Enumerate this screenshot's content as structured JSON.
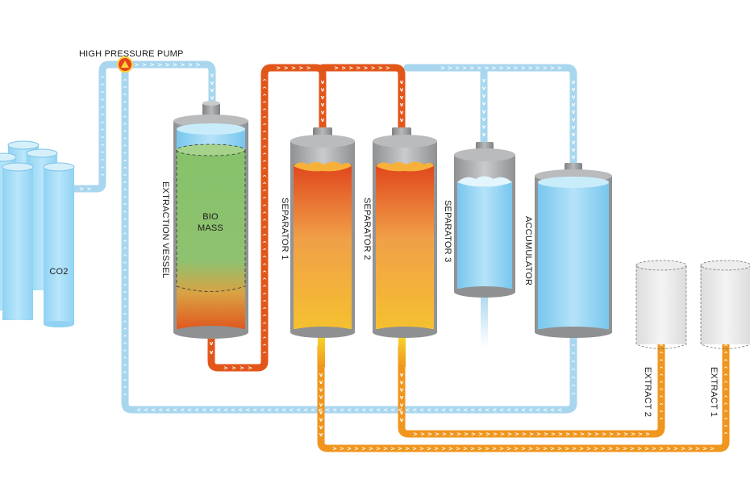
{
  "labels": {
    "pump": "HIGH PRESSURE PUMP",
    "co2": "CO2",
    "biomass_line1": "BIO",
    "biomass_line2": "MASS",
    "extraction_vessel": "EXTRACTION VESSEL",
    "separator1": "SEPARATOR 1",
    "separator2": "SEPARATOR 2",
    "separator3": "SEPARATOR 3",
    "accumulator": "ACCUMULATOR",
    "extract2": "EXTRACT 2",
    "extract1": "EXTRACT 1"
  },
  "colors": {
    "co2_line": "#a9d6ef",
    "hot_line": "#e2561a",
    "extract_line": "#f0961e",
    "liquid_blue": "#8fd0f2",
    "biomass_green": "#8ec46f",
    "vessel_grey": "#a7a9ab",
    "pump_red": "#e8401c"
  }
}
